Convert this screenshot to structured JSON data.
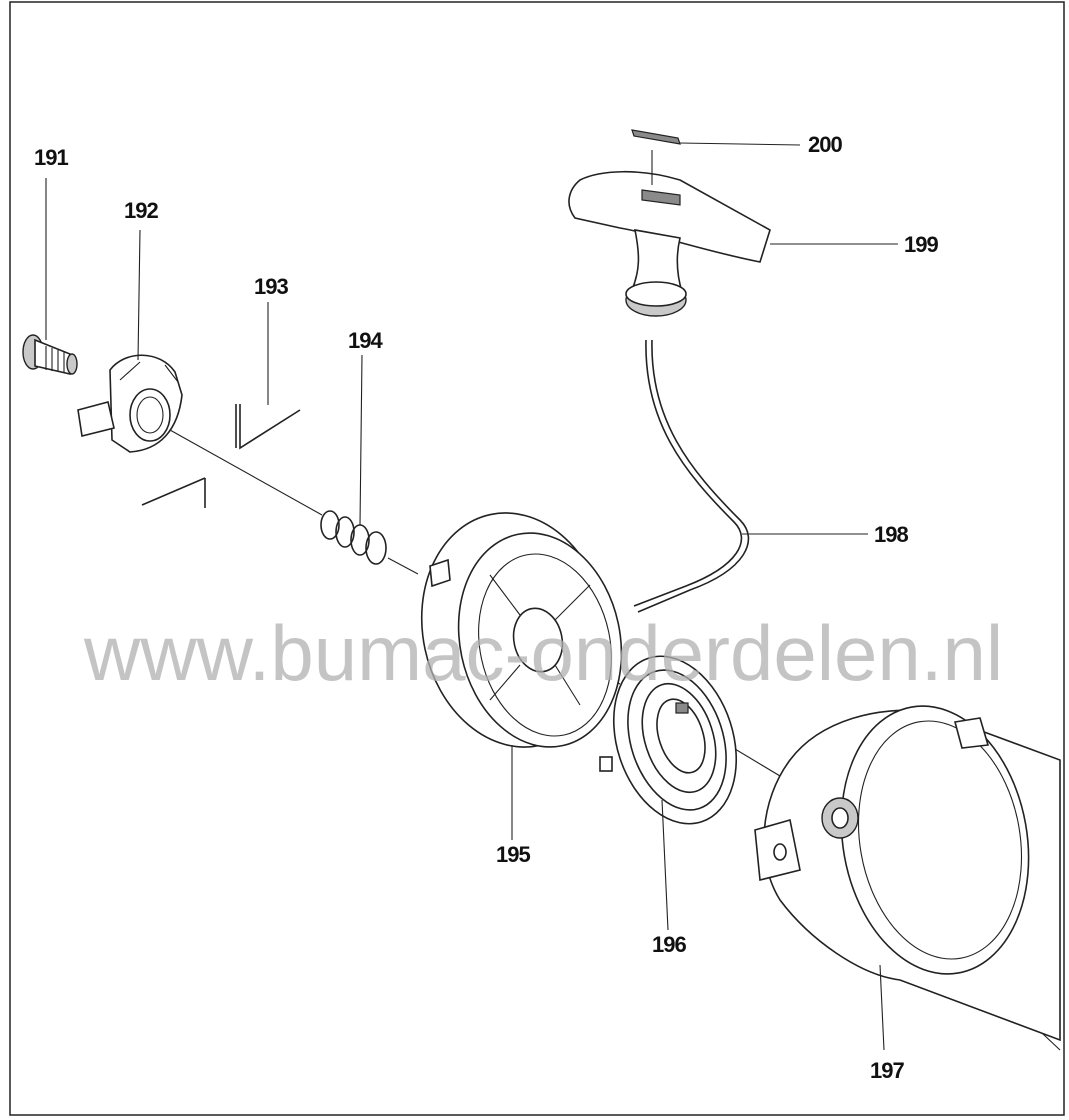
{
  "parts": [
    {
      "id": "191",
      "label": "191"
    },
    {
      "id": "192",
      "label": "192"
    },
    {
      "id": "193",
      "label": "193"
    },
    {
      "id": "194",
      "label": "194"
    },
    {
      "id": "195",
      "label": "195"
    },
    {
      "id": "196",
      "label": "196"
    },
    {
      "id": "197",
      "label": "197"
    },
    {
      "id": "198",
      "label": "198"
    },
    {
      "id": "199",
      "label": "199"
    },
    {
      "id": "200",
      "label": "200"
    }
  ],
  "watermark": "www.bumac-onderdelen.nl"
}
